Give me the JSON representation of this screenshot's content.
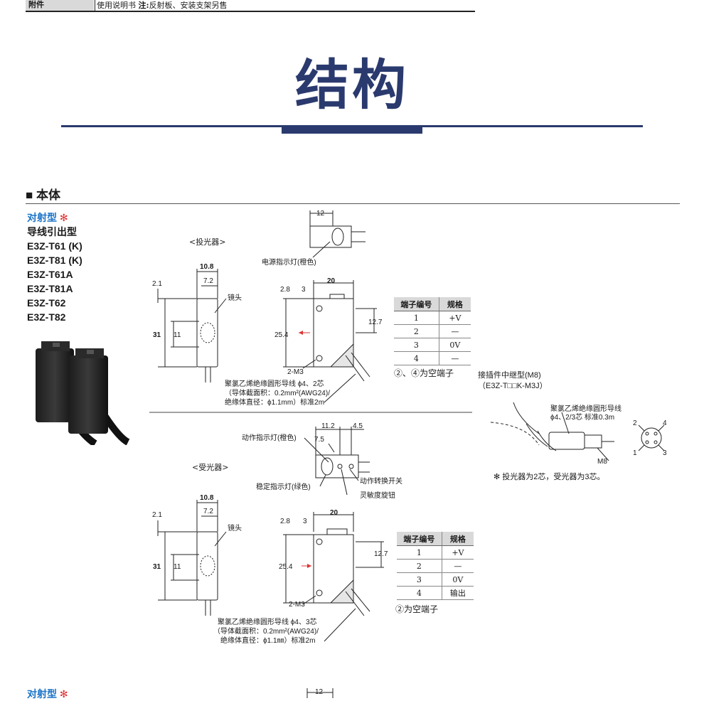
{
  "accessory": {
    "label": "附件",
    "text": "使用说明书",
    "note_prefix": "注:",
    "note_text": "反射板、安装支架另售"
  },
  "title": "结构",
  "section": "■ 本体",
  "product": {
    "type_label": "对射型",
    "type_star": "✻",
    "subtype": "导线引出型",
    "models": [
      "E3Z-T61 (K)",
      "E3Z-T81 (K)",
      "E3Z-T61A",
      "E3Z-T81A",
      "E3Z-T62",
      "E3Z-T82"
    ]
  },
  "emitter": {
    "heading": "<投光器>",
    "dim_top_width": "12",
    "power_led": "电源指示灯(橙色)",
    "dim_10_8": "10.8",
    "dim_7_2": "7.2",
    "dim_2_1": "2.1",
    "lens": "镜头",
    "dim_31": "31",
    "dim_11": "11",
    "dim_20": "20",
    "dim_2_8": "2.8",
    "dim_3": "3",
    "dim_12_7": "12.7",
    "dim_25_4": "25.4",
    "screw": "2-M3",
    "cable_l1": "聚氯乙烯绝缘圆形导线 ϕ4、2芯",
    "cable_l2": "（导体截面积：0.2mm²(AWG24)/",
    "cable_l3": "绝缘体直径：ϕ1.1mm）标准2m"
  },
  "emitter_table": {
    "headers": [
      "端子编号",
      "规格"
    ],
    "rows": [
      [
        "1",
        "+V"
      ],
      [
        "2",
        "—"
      ],
      [
        "3",
        "0V"
      ],
      [
        "4",
        "—"
      ]
    ],
    "note": "②、④为空端子"
  },
  "connector": {
    "title": "接插件中继型(M8)",
    "model": "（E3Z-T□□K-M3J）",
    "cable_l1": "聚氯乙烯绝缘圆形导线",
    "cable_l2": "ϕ4、2/3芯 标准0.3m",
    "m8": "M8",
    "pin1": "1",
    "pin2": "2",
    "pin3": "3",
    "pin4": "4",
    "footnote": "✻ 投光器为2芯，受光器为3芯。"
  },
  "receiver": {
    "heading": "<受光器>",
    "dim_11_2": "11.2",
    "dim_4_5": "4.5",
    "op_led": "动作指示灯(橙色)",
    "dim_7_5": "7.5",
    "switch": "动作转换开关",
    "stable_led": "稳定指示灯(绿色)",
    "sensitivity": "灵敏度旋钮",
    "dim_10_8": "10.8",
    "dim_7_2": "7.2",
    "dim_2_1": "2.1",
    "lens": "镜头",
    "dim_31": "31",
    "dim_11": "11",
    "dim_20": "20",
    "dim_2_8": "2.8",
    "dim_3": "3",
    "dim_12_7": "12.7",
    "dim_25_4": "25.4",
    "screw": "2-M3",
    "cable_l1": "聚氯乙烯绝缘圆形导线 ϕ4、3芯",
    "cable_l2": "（导体截面积：0.2mm²(AWG24)/",
    "cable_l3": "绝缘体直径：ϕ1.1㎜）标准2m"
  },
  "receiver_table": {
    "headers": [
      "端子编号",
      "规格"
    ],
    "rows": [
      [
        "1",
        "+V"
      ],
      [
        "2",
        "—"
      ],
      [
        "3",
        "0V"
      ],
      [
        "4",
        "输出"
      ]
    ],
    "note": "②为空端子"
  },
  "footer": {
    "type_label": "对射型",
    "type_star": "✻",
    "dim_12": "12"
  }
}
